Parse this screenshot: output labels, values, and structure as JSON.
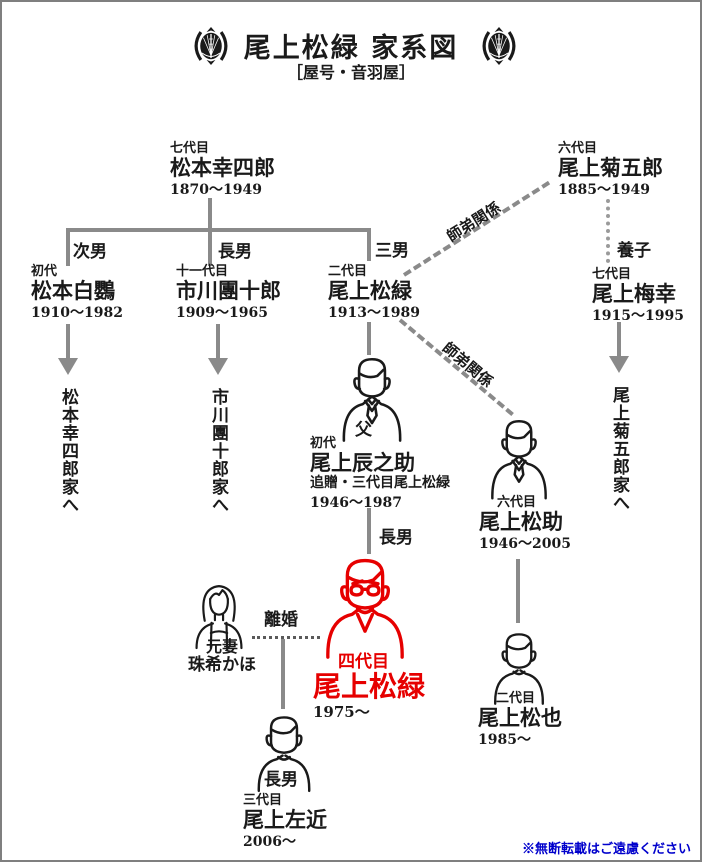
{
  "header": {
    "title": "尾上松緑 家系図",
    "subtitle": "［屋号・音羽屋］",
    "crest_icon": "otowaya-mon"
  },
  "people": {
    "koshiro7": {
      "gen": "七代目",
      "name": "松本幸四郎",
      "years": "1870〜1949"
    },
    "kikugoro6": {
      "gen": "六代目",
      "name": "尾上菊五郎",
      "years": "1885〜1949"
    },
    "hakuo1": {
      "gen": "初代",
      "name": "松本白鸚",
      "years": "1910〜1982"
    },
    "danjuro11": {
      "gen": "十一代目",
      "name": "市川團十郎",
      "years": "1909〜1965"
    },
    "shoroku2": {
      "gen": "二代目",
      "name": "尾上松緑",
      "years": "1913〜1989"
    },
    "baiko7": {
      "gen": "七代目",
      "name": "尾上梅幸",
      "years": "1915〜1995"
    },
    "tatsunosuke1": {
      "gen": "初代",
      "name": "尾上辰之助",
      "note": "追贈・三代目尾上松緑",
      "years": "1946〜1987",
      "role": "父"
    },
    "matsusuke6": {
      "gen": "六代目",
      "name": "尾上松助",
      "years": "1946〜2005"
    },
    "shoroku4": {
      "gen": "四代目",
      "name": "尾上松緑",
      "years": "1975〜"
    },
    "tamaki": {
      "gen": "元妻",
      "name": "珠希かほ"
    },
    "sakon3": {
      "gen": "三代目",
      "name": "尾上左近",
      "years": "2006〜",
      "role": "長男"
    },
    "matsuya2": {
      "gen": "二代目",
      "name": "尾上松也",
      "years": "1985〜"
    }
  },
  "relations": {
    "second_son": "次男",
    "first_son": "長男",
    "third_son": "三男",
    "adopted": "養子",
    "mentor_upper": "師弟関係",
    "mentor_lower": "師弟関係",
    "first_son_shoroku4": "長男",
    "divorce": "離婚"
  },
  "house_links": {
    "matsumoto_koshiro": "松本幸四郎家へ",
    "ichikawa_danjuro": "市川團十郎家へ",
    "onoe_kikugoro": "尾上菊五郎家へ"
  },
  "footer": {
    "note": "※無断転載はご遠慮ください"
  },
  "colors": {
    "connector_gray": "#8a8a8a",
    "ink_black": "#1a1a1a",
    "highlight_red": "#e60000",
    "note_blue": "#0000cc",
    "border_gray": "#7f7f7f"
  }
}
